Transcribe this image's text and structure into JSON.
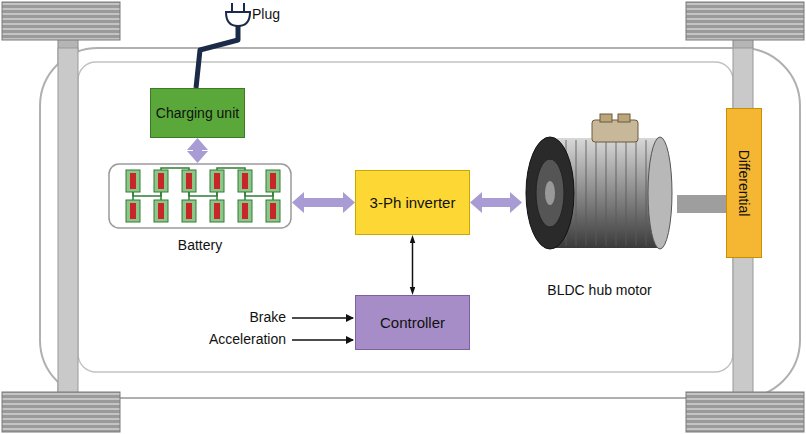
{
  "diagram": {
    "nodes": [
      {
        "text": [
          "Charging unit"
        ]
      },
      {
        "text": [
          "Battery"
        ]
      },
      {
        "text": [
          "3-Ph inverter"
        ]
      },
      {
        "text": [
          "Controller"
        ]
      },
      {
        "text": [
          "BLDC hub motor"
        ]
      },
      {
        "text": [
          "Differential"
        ]
      }
    ],
    "edges": [
      {
        "from": 0,
        "to": 1,
        "arrow": "both"
      },
      {
        "from": 1,
        "to": 2,
        "arrow": "both"
      },
      {
        "from": 2,
        "to": 4,
        "arrow": "both"
      },
      {
        "from": 2,
        "to": 3,
        "arrow": "both"
      },
      {
        "from": 4,
        "to": 5,
        "arrow": "none"
      }
    ],
    "labels": [
      "Plug",
      "Brake",
      "Acceleration"
    ]
  }
}
